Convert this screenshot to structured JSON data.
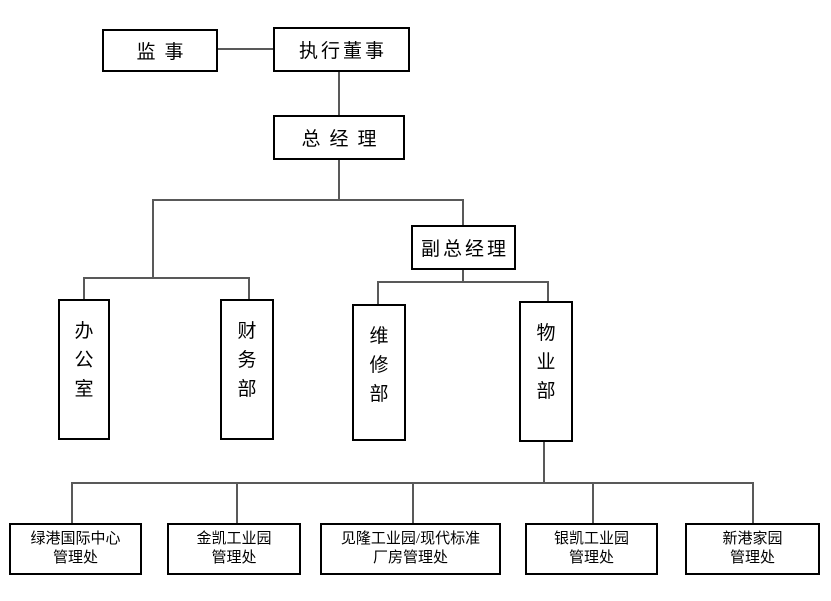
{
  "diagram": {
    "type": "org-chart",
    "background_color": "#ffffff",
    "box_border_color": "#000000",
    "connector_color": "#595959",
    "text_color": "#000000"
  },
  "nodes": {
    "supervisor": {
      "label": "监事"
    },
    "executive_director": {
      "label": "执行董事"
    },
    "general_manager": {
      "label": "总经理"
    },
    "deputy_general_manager": {
      "label": "副总经理"
    },
    "office": {
      "label": "办\n公\n室"
    },
    "finance_dept": {
      "label": "财\n务\n部"
    },
    "maintenance_dept": {
      "label": "维\n修\n部"
    },
    "property_dept": {
      "label": "物\n业\n部"
    },
    "lvgang": {
      "line1": "绿港国际中心",
      "line2": "管理处"
    },
    "jinkai": {
      "line1": "金凯工业园",
      "line2": "管理处"
    },
    "jianlong": {
      "line1": "见隆工业园/现代标准",
      "line2": "厂房管理处"
    },
    "yinkai": {
      "line1": "银凯工业园",
      "line2": "管理处"
    },
    "xingang": {
      "line1": "新港家园",
      "line2": "管理处"
    }
  },
  "edges": [
    {
      "from": "supervisor",
      "to": "executive_director"
    },
    {
      "from": "executive_director",
      "to": "general_manager"
    },
    {
      "from": "general_manager",
      "to": "office"
    },
    {
      "from": "general_manager",
      "to": "finance_dept"
    },
    {
      "from": "general_manager",
      "to": "deputy_general_manager"
    },
    {
      "from": "deputy_general_manager",
      "to": "maintenance_dept"
    },
    {
      "from": "deputy_general_manager",
      "to": "property_dept"
    },
    {
      "from": "property_dept",
      "to": "lvgang"
    },
    {
      "from": "property_dept",
      "to": "jinkai"
    },
    {
      "from": "property_dept",
      "to": "jianlong"
    },
    {
      "from": "property_dept",
      "to": "yinkai"
    },
    {
      "from": "property_dept",
      "to": "xingang"
    }
  ]
}
